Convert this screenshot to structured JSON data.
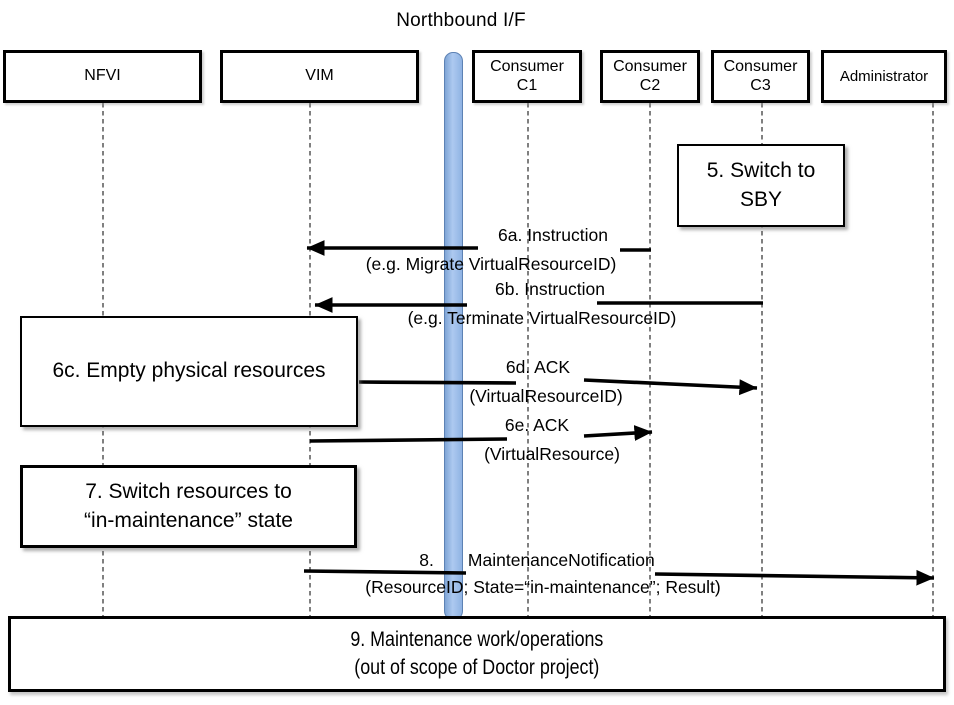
{
  "title": "Northbound I/F",
  "colors": {
    "background": "#ffffff",
    "box_border": "#000000",
    "arrow": "#000000",
    "lifeline": "#4a4a4a",
    "northbound_bar_fill": "#adc9f0",
    "northbound_bar_shade": "#7fa5d6",
    "northbound_bar_edge": "#5d82b4"
  },
  "actors": [
    {
      "id": "nfvi",
      "label": "NFVI"
    },
    {
      "id": "vim",
      "label": "VIM"
    },
    {
      "id": "consumer-c1",
      "label": "Consumer\nC1"
    },
    {
      "id": "consumer-c2",
      "label": "Consumer\nC2"
    },
    {
      "id": "consumer-c3",
      "label": "Consumer\nC3"
    },
    {
      "id": "administrator",
      "label": "Administrator"
    }
  ],
  "boxes": [
    {
      "id": "step-5",
      "text": "5. Switch to\nSBY"
    },
    {
      "id": "step-6c",
      "text": "6c. Empty physical resources"
    },
    {
      "id": "step-7",
      "text": "7. Switch resources to\n“in-maintenance” state"
    },
    {
      "id": "step-9",
      "text": "9. Maintenance work/operations\n(out of scope of Doctor project)"
    }
  ],
  "messages": [
    {
      "id": "6a",
      "from": "Consumer C2",
      "to": "VIM",
      "label": "6a. Instruction",
      "params": "(e.g. Migrate VirtualResourceID)"
    },
    {
      "id": "6b",
      "from": "Consumer C3",
      "to": "VIM",
      "label": "6b. Instruction",
      "params": "(e.g. Terminate VirtualResourceID)"
    },
    {
      "id": "6d",
      "from": "VIM",
      "to": "Consumer C3",
      "label": "6d. ACK",
      "params": "(VirtualResourceID)"
    },
    {
      "id": "6e",
      "from": "VIM",
      "to": "Consumer C2",
      "label": "6e. ACK",
      "params": "(VirtualResource)"
    },
    {
      "id": "8",
      "from": "VIM",
      "to": "Administrator",
      "label": "8.       MaintenanceNotification",
      "params": "(ResourceID; State=“in-maintenance”; Result)"
    }
  ]
}
